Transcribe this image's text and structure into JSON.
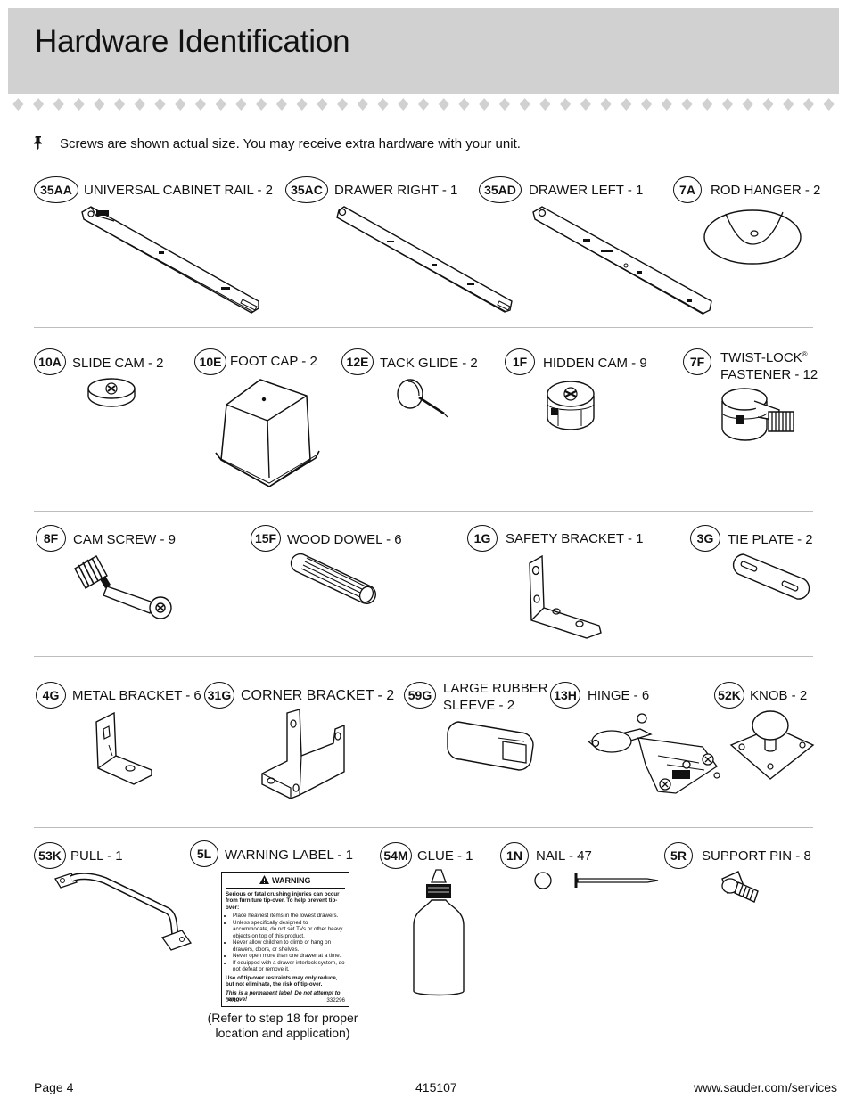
{
  "title": "Hardware Identification",
  "note": "Screws are shown actual size. You may receive extra hardware with your unit.",
  "items": {
    "i35AA": {
      "code": "35AA",
      "label": "UNIVERSAL CABINET RAIL - 2"
    },
    "i35AC": {
      "code": "35AC",
      "label": "DRAWER RIGHT - 1"
    },
    "i35AD": {
      "code": "35AD",
      "label": "DRAWER LEFT - 1"
    },
    "i7A": {
      "code": "7A",
      "label": "ROD HANGER - 2"
    },
    "i10A": {
      "code": "10A",
      "label": "SLIDE CAM - 2"
    },
    "i10E": {
      "code": "10E",
      "label": "FOOT CAP - 2"
    },
    "i12E": {
      "code": "12E",
      "label": "TACK GLIDE - 2"
    },
    "i1F": {
      "code": "1F",
      "label": "HIDDEN CAM - 9"
    },
    "i7F": {
      "code": "7F",
      "label_line1": "TWIST-LOCK",
      "label_sup": "®",
      "label_line2": "FASTENER - 12"
    },
    "i8F": {
      "code": "8F",
      "label": "CAM SCREW - 9"
    },
    "i15F": {
      "code": "15F",
      "label": "WOOD DOWEL - 6"
    },
    "i1G": {
      "code": "1G",
      "label": "SAFETY BRACKET - 1"
    },
    "i3G": {
      "code": "3G",
      "label": "TIE PLATE - 2"
    },
    "i4G": {
      "code": "4G",
      "label": "METAL BRACKET - 6"
    },
    "i31G": {
      "code": "31G",
      "label": "CORNER BRACKET - 2"
    },
    "i59G": {
      "code": "59G",
      "label_line1": "LARGE RUBBER",
      "label_line2": "SLEEVE - 2"
    },
    "i13H": {
      "code": "13H",
      "label": "HINGE - 6"
    },
    "i52K": {
      "code": "52K",
      "label": "KNOB - 2"
    },
    "i53K": {
      "code": "53K",
      "label": "PULL - 1"
    },
    "i5L": {
      "code": "5L",
      "label": "WARNING LABEL - 1"
    },
    "i54M": {
      "code": "54M",
      "label": "GLUE - 1"
    },
    "i1N": {
      "code": "1N",
      "label": "NAIL - 47"
    },
    "i5R": {
      "code": "5R",
      "label": "SUPPORT PIN - 8"
    }
  },
  "warning_label": {
    "heading": "WARNING",
    "intro": "Serious or fatal crushing injuries can occur from furniture tip-over. To help prevent tip-over:",
    "bullets": [
      "Place heaviest items in the lowest drawers.",
      "Unless specifically designed to accommodate, do not set TVs or other heavy objects on top of this product.",
      "Never allow children to climb or hang on drawers, doors, or shelves.",
      "Never open more than one drawer at a time.",
      "If equipped with a drawer interlock system, do not defeat or remove it."
    ],
    "restraint": "Use of tip-over restraints may only reduce, but not eliminate, the risk of tip-over.",
    "permanent": "This is a permanent label. Do not attempt to remove!",
    "date": "04/10",
    "number": "332296"
  },
  "refer_note": "(Refer to step 18 for proper location and application)",
  "footer": {
    "page": "Page 4",
    "doc_number": "415107",
    "url": "www.sauder.com/services"
  }
}
